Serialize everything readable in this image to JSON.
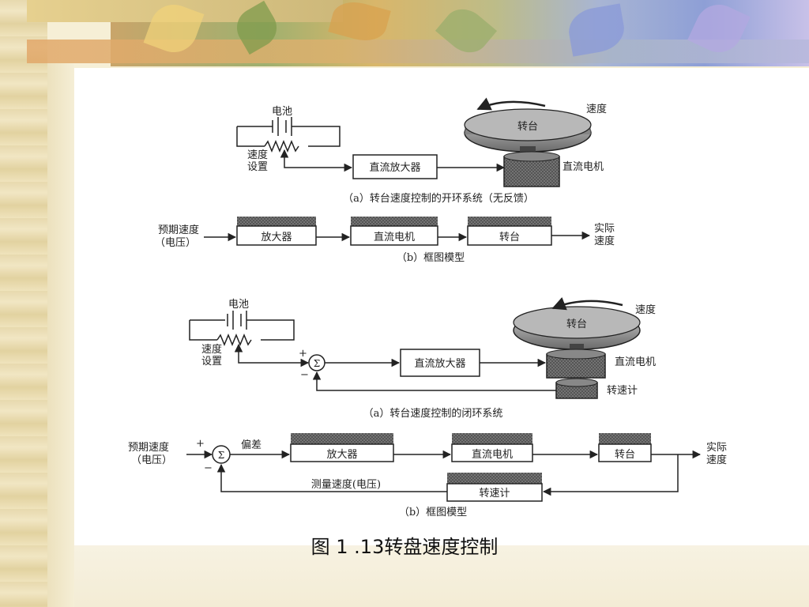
{
  "diagram_a1": {
    "battery": "电池",
    "speed_label": "速度",
    "turntable": "转台",
    "speed_set": [
      "速度",
      "设置"
    ],
    "amplifier": "直流放大器",
    "motor": "直流电机",
    "caption": "（a）转台速度控制的开环系统（无反馈）"
  },
  "diagram_b1": {
    "input": [
      "预期速度",
      "（电压）"
    ],
    "block1": "放大器",
    "block2": "直流电机",
    "block3": "转台",
    "output": [
      "实际",
      "速度"
    ],
    "caption": "（b）框图模型"
  },
  "diagram_a2": {
    "battery": "电池",
    "speed_label": "速度",
    "turntable": "转台",
    "speed_set": [
      "速度",
      "设置"
    ],
    "plus": "+",
    "minus": "−",
    "sigma": "Σ",
    "amplifier": "直流放大器",
    "motor": "直流电机",
    "tachometer": "转速计",
    "caption": "（a）转台速度控制的闭环系统"
  },
  "diagram_b2": {
    "input": [
      "预期速度",
      "（电压）"
    ],
    "plus": "+",
    "minus": "−",
    "sigma": "Σ",
    "error": "偏差",
    "block1": "放大器",
    "block2": "直流电机",
    "block3": "转台",
    "output": [
      "实际",
      "速度"
    ],
    "feedback": "测量速度(电压)",
    "tachometer": "转速计",
    "caption": "（b）框图模型"
  },
  "figure_caption": "图 1 .13转盘速度控制"
}
